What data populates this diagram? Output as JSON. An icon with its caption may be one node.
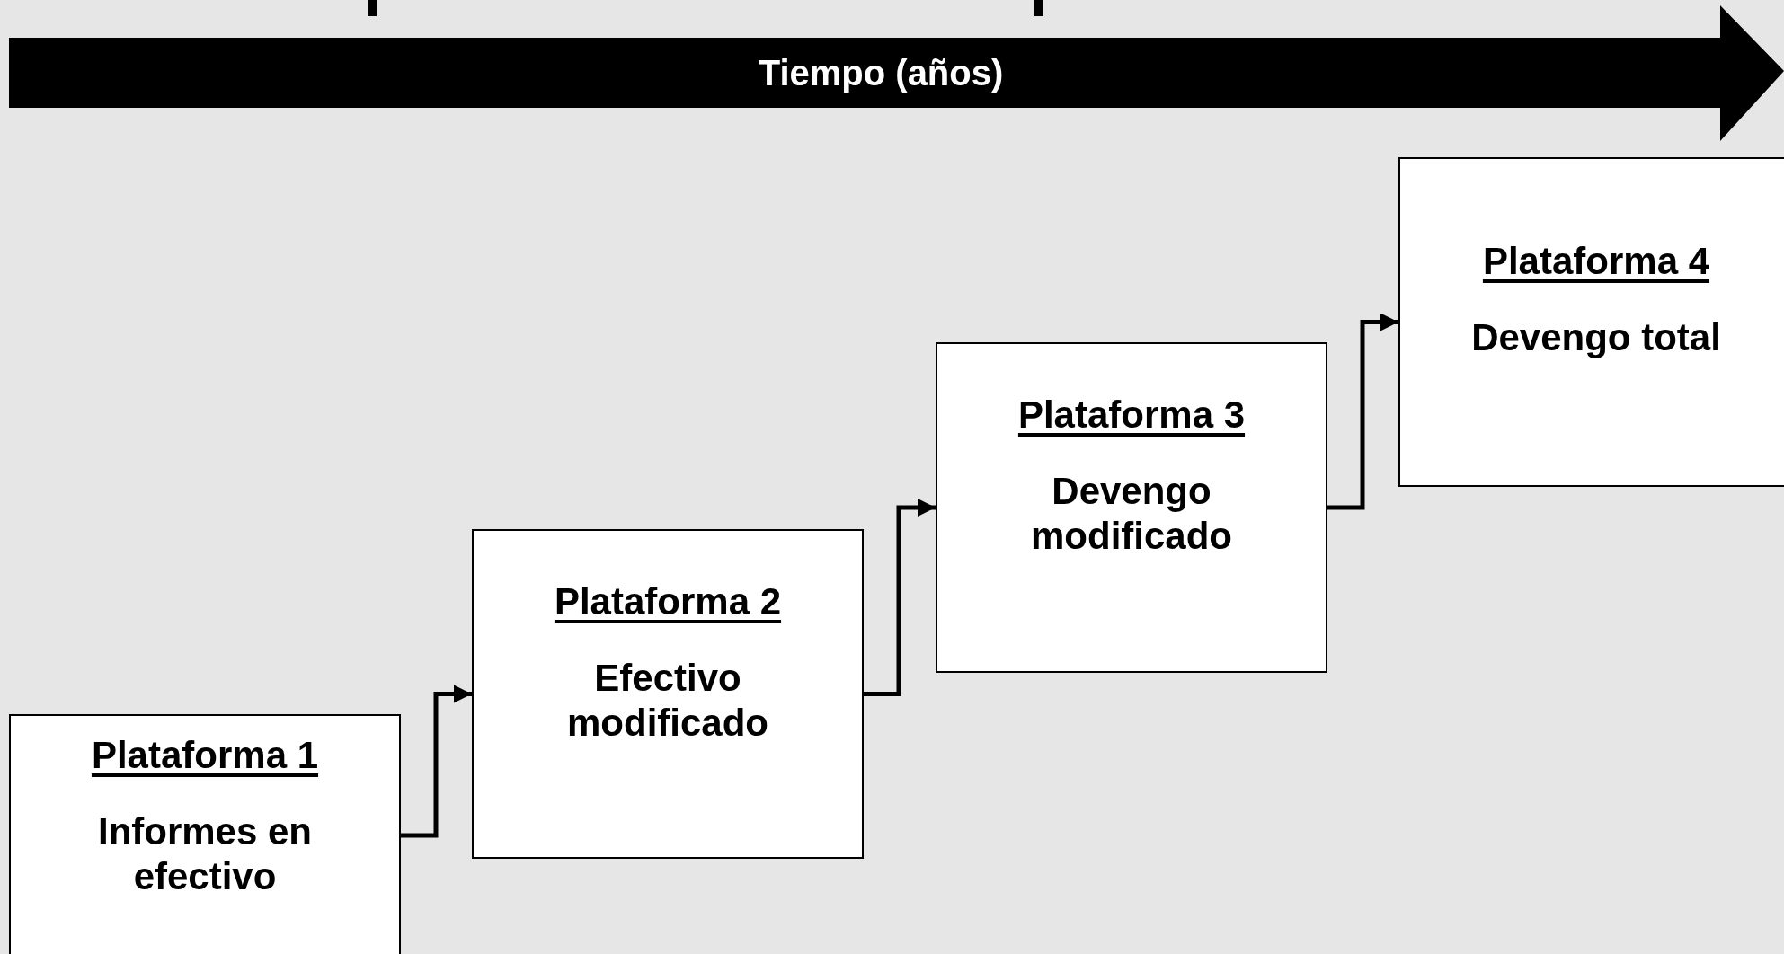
{
  "diagram": {
    "nodes": [
      {
        "text": [
          "Plataforma 1",
          "Informes en efectivo"
        ]
      },
      {
        "text": [
          "Plataforma 2",
          "Efectivo modificado"
        ]
      },
      {
        "text": [
          "Plataforma 3",
          "Devengo modificado"
        ]
      },
      {
        "text": [
          "Plataforma 4",
          "Devengo total"
        ]
      }
    ],
    "edges": [
      {
        "from": 0,
        "to": 1,
        "arrow": "to"
      },
      {
        "from": 1,
        "to": 2,
        "arrow": "to"
      },
      {
        "from": 2,
        "to": 3,
        "arrow": "to"
      }
    ],
    "labels": [
      "Tiempo (años)"
    ]
  }
}
